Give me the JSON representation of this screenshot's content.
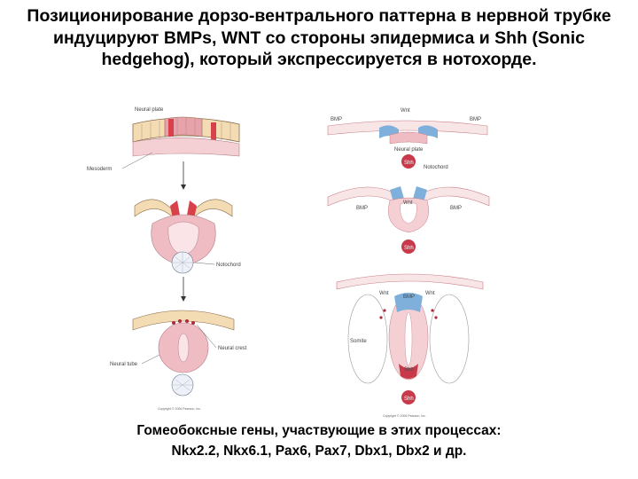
{
  "title": "Позиционирование  дорзо-вентрального паттерна в нервной трубке индуцируют BMPs, WNT  со стороны эпидермиса и  Shh (Sonic hedgehog), который экспрессируется  в нотохорде.",
  "footer": {
    "line1": "Гомеобоксные гены, участвующие в этих процессах:",
    "line2": "Nkx2.2, Nkx6.1, Pax6, Pax7, Dbx1, Dbx2 и др."
  },
  "left_diagram": {
    "labels": {
      "neural_plate": "Neural plate",
      "mesoderm": "Mesoderm",
      "notochord": "Notochord",
      "neural_crest": "Neural crest",
      "neural_tube": "Neural tube"
    },
    "copyright": "Copyright © 2006 Pearson, Inc."
  },
  "right_diagram": {
    "labels": {
      "bmp": "BMP",
      "wnt": "Wnt",
      "neural_plate": "Neural plate",
      "shh": "Shh",
      "notochord": "Notochord",
      "somite": "Somite"
    },
    "copyright": "Copyright © 2006 Pearson, Inc."
  },
  "colors": {
    "epidermis": "#f3dcb4",
    "neural_plate_red": "#d8404a",
    "mesoderm_pink": "#f0bcc4",
    "bmp_blue": "#7fb0dc",
    "shh_red": "#c83a4a",
    "neural_crest_dots": "#b02a3a"
  }
}
